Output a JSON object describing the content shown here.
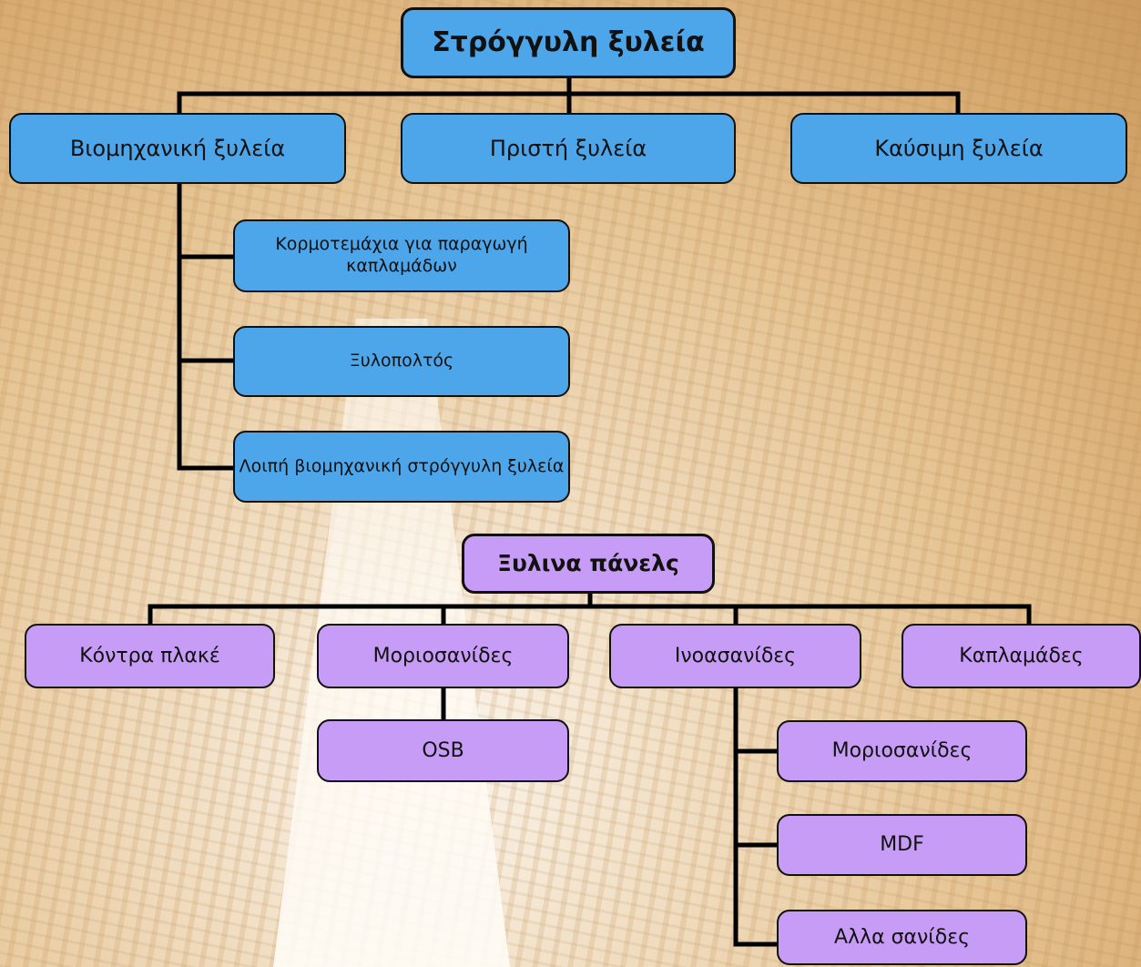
{
  "roundwood": {
    "title": "Στρόγγυλη ξυλεία",
    "categories": [
      "Βιομηχανική ξυλεία",
      "Πριστή ξυλεία",
      "Καύσιμη ξυλεία"
    ],
    "industrial_children": [
      "Κορμοτεμάχια για παραγωγή καπλαμάδων",
      "Ξυλοπολτός",
      "Λοιπή βιομηχανική στρόγγυλη ξυλεία"
    ]
  },
  "panels": {
    "title": "Ξυλινα πάνελς",
    "categories": [
      "Κόντρα πλακέ",
      "Μοριοσανίδες",
      "Ινοασανίδες",
      "Καπλαμάδες"
    ],
    "particleboard_children": [
      "OSB"
    ],
    "fibreboard_children": [
      "Μοριοσανίδες",
      "MDF",
      "Αλλα σανίδες"
    ]
  },
  "colors": {
    "roundwood_fill": "#4ea6ea",
    "panels_fill": "#c79cf6",
    "connector": "#000000"
  }
}
